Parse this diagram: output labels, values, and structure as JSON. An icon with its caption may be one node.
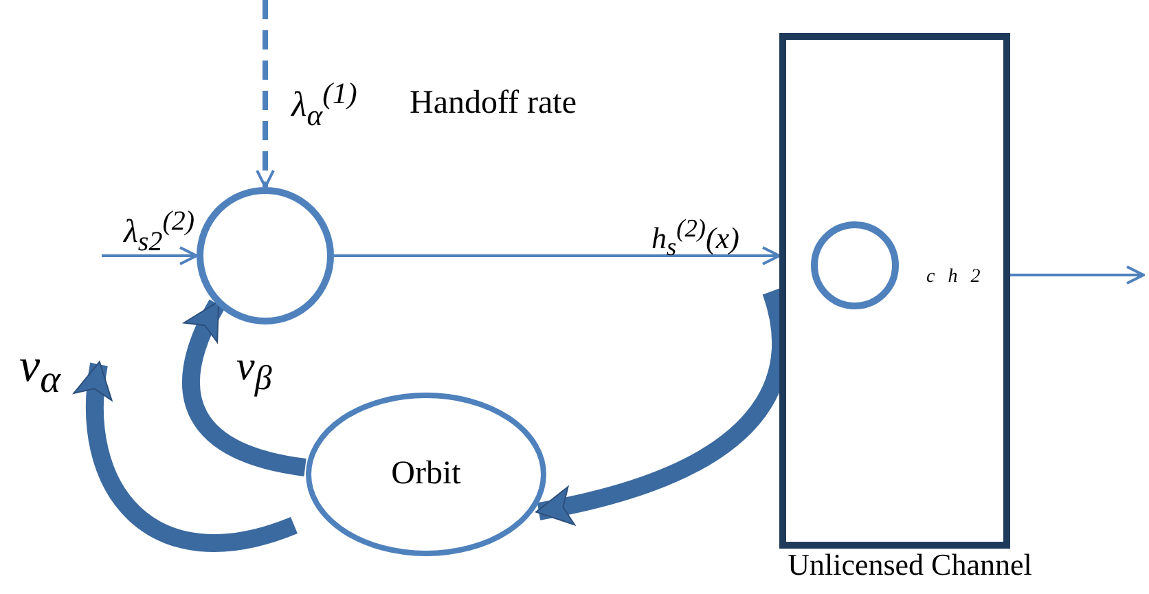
{
  "diagram": {
    "nodes": [
      {
        "text": [],
        "shape": "circle"
      },
      {
        "text": [],
        "shape": "box",
        "beside": [
          "Unlicensed Channel"
        ]
      },
      {
        "text": [],
        "shape": "circle",
        "in": 1,
        "beside": [
          "c h 2"
        ]
      },
      {
        "text": [
          "Orbit"
        ]
      }
    ],
    "edges": [
      {
        "from": null,
        "to": 0,
        "arrow": "to",
        "style": "dashed",
        "label": "λ$_{α}$$^{(1)}$"
      },
      {
        "from": null,
        "to": 0,
        "arrow": "to",
        "label": "λ$_{s2}$$^{(2)}$"
      },
      {
        "from": 0,
        "to": 1,
        "arrow": "to",
        "label": "h$_{s}$$^{(2)}$(x)"
      },
      {
        "from": 1,
        "to": null,
        "arrow": "to"
      },
      {
        "from": 1,
        "to": 3,
        "arrow": "to",
        "style": "thick",
        "color": "#3b6aa0"
      },
      {
        "from": 3,
        "to": 0,
        "arrow": "to",
        "style": "thick",
        "color": "#3b6aa0",
        "label": "ν$_{β}$"
      },
      {
        "from": 3,
        "to": null,
        "arrow": "to",
        "style": "thick",
        "color": "#3b6aa0",
        "label": "ν$_{α}$"
      }
    ],
    "labels": [
      "Handoff rate"
    ]
  }
}
